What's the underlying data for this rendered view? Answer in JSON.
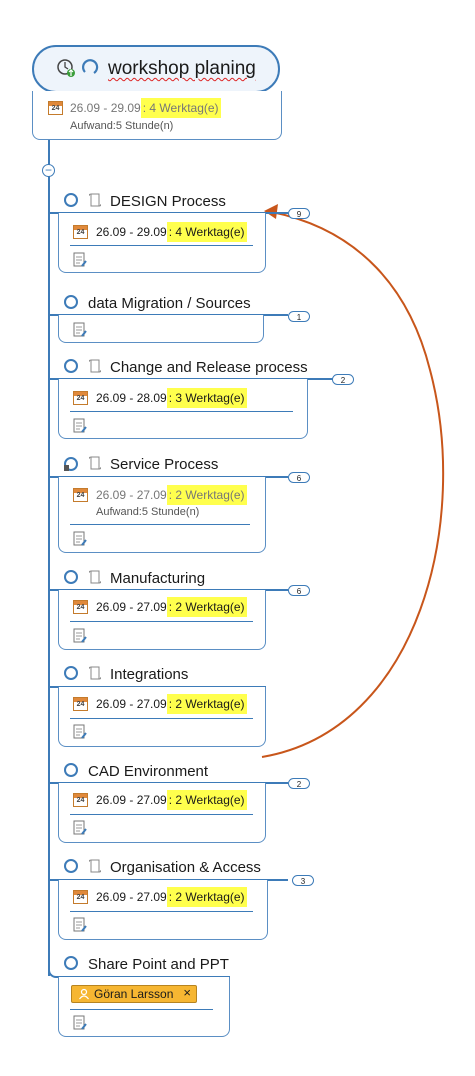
{
  "root": {
    "title": "workshop planing",
    "date_range": "26.09 - 29.09",
    "duration": ": 4 Werktag(e)",
    "effort": "Aufwand:5 Stunde(n)",
    "calendar_day": "24"
  },
  "topics": [
    {
      "title": "DESIGN Process",
      "date_range": "26.09 - 29.09",
      "duration": ": 4 Werktag(e)",
      "badge": "9"
    },
    {
      "title": "data Migration / Sources",
      "badge": "1"
    },
    {
      "title": "Change and Release process",
      "date_range": "26.09 - 28.09",
      "duration": ": 3 Werktag(e)",
      "badge": "2"
    },
    {
      "title": "Service Process",
      "date_range": "26.09 - 27.09",
      "duration": ": 2 Werktag(e)",
      "effort": "Aufwand:5 Stunde(n)",
      "badge": "6"
    },
    {
      "title": "Manufacturing",
      "date_range": "26.09 - 27.09",
      "duration": ": 2 Werktag(e)",
      "badge": "6"
    },
    {
      "title": "Integrations",
      "date_range": "26.09 - 27.09",
      "duration": ": 2 Werktag(e)"
    },
    {
      "title": "CAD Environment",
      "date_range": "26.09 - 27.09",
      "duration": ": 2 Werktag(e)",
      "badge": "2"
    },
    {
      "title": "Organisation & Access",
      "date_range": "26.09 - 27.09",
      "duration": ": 2 Werktag(e)",
      "badge": "3"
    },
    {
      "title": "Share Point and PPT",
      "person": "Göran Larsson"
    }
  ],
  "colors": {
    "branch": "#3d7bb8",
    "highlight": "#ffff4d",
    "relationship": "#c8561b",
    "person_tag": "#f6b632"
  },
  "icons": {
    "root_status": "clock-arrow-icon",
    "root_circle": "refresh-icon",
    "topic_status": "progress-ring-icon",
    "topic_scroll": "scroll-icon",
    "note": "note-icon",
    "calendar": "calendar-icon",
    "person": "person-icon",
    "remove": "close-icon"
  }
}
